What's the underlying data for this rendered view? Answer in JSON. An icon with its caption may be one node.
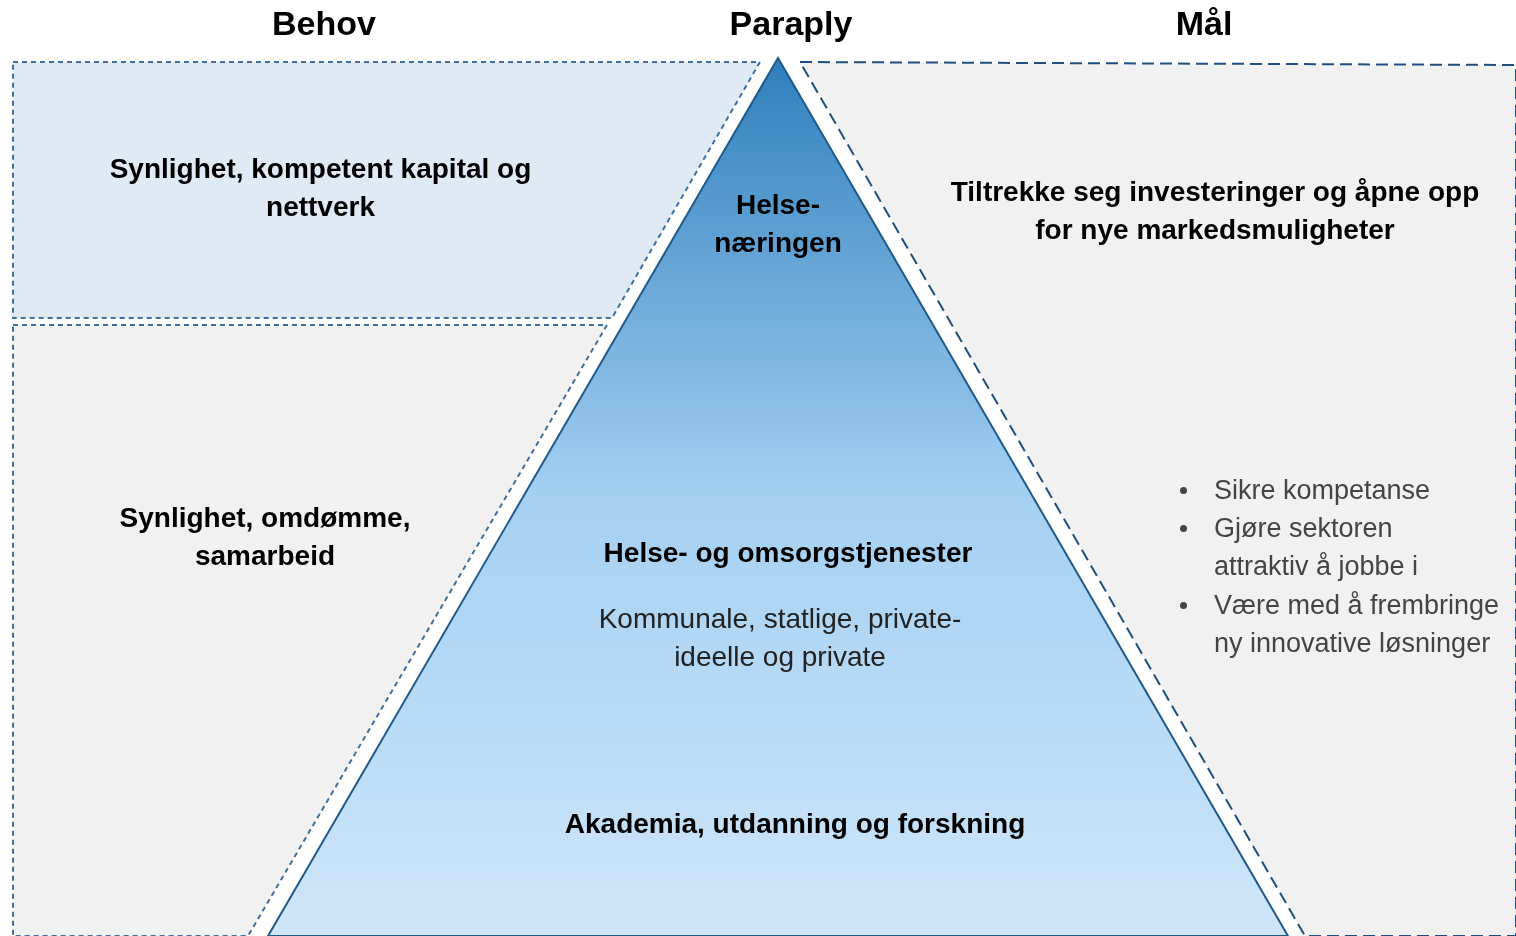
{
  "diagram": {
    "nodes": [
      {
        "text": [
          "Synlighet, kompetent kapital og nettverk"
        ]
      },
      {
        "text": [
          "Synlighet, omdømme, samarbeid"
        ]
      },
      {
        "text": [
          "Tiltrekke seg investeringer og åpne opp for nye markedsmuligheter",
          "Sikre kompetanse",
          "Gjøre sektoren attraktiv å jobbe i",
          "Være med å frembringe ny innovative løsninger"
        ]
      },
      {
        "text": [
          "Helse- næringen",
          "Helse- og omsorgstjenester",
          "Kommunale, statlige, private-ideelle og private",
          "Akademia, utdanning og forskning"
        ]
      }
    ],
    "labels": [
      "Behov",
      "Paraply",
      "Mål"
    ]
  }
}
